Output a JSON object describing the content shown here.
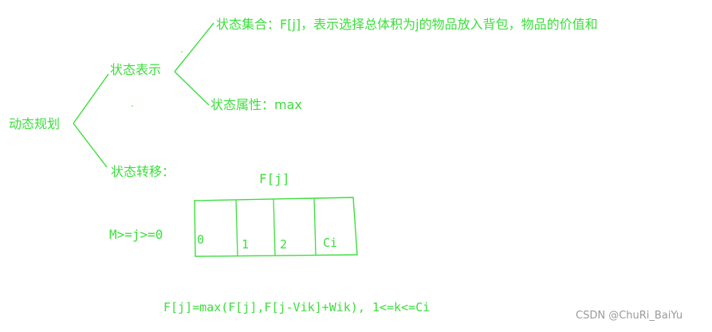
{
  "colors": {
    "ink": "#3cde3c",
    "watermark": "#9a9a9a",
    "background": "#ffffff"
  },
  "root": "动态规划",
  "branch_state": "状态表示",
  "leaf_set": "状态集合：F[j]，表示选择总体积为j的物品放入背包，物品的价值和",
  "leaf_attr": "状态属性：max",
  "branch_transfer": "状态转移：",
  "array": {
    "caption": "F[j]",
    "cells": [
      "0",
      "1",
      "2",
      "Ci"
    ],
    "range": "M>=j>=0"
  },
  "formula": "F[j]=max(F[j],F[j-Vik]+Wik), 1<=k<=Ci",
  "watermark": "CSDN @ChuRi_BaiYu"
}
